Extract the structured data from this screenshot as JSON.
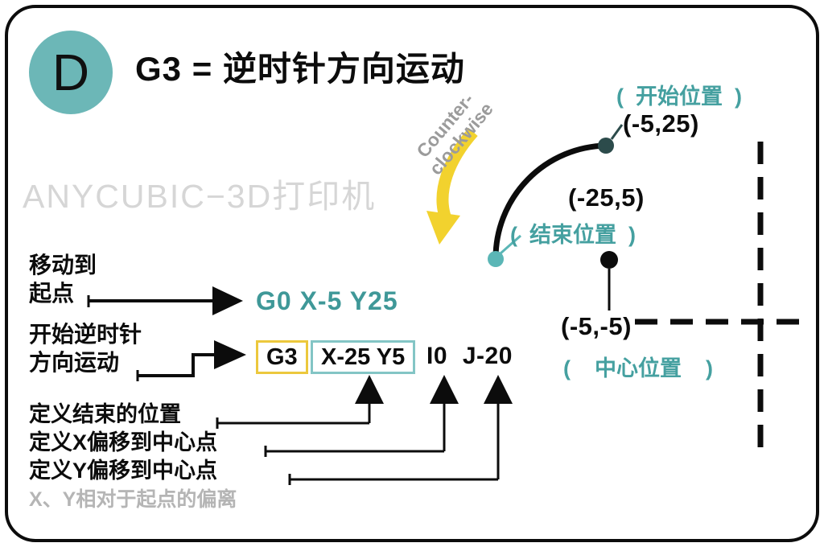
{
  "badge": {
    "letter": "D"
  },
  "header": {
    "title": "G3 = 逆时针方向运动"
  },
  "watermark": "ANYCUBIC−3D打印机",
  "ccw_note": {
    "line1": "Counter-",
    "line2": "clockwise"
  },
  "positions": {
    "start": {
      "label": "(  开始位置  )",
      "coord": "(-5,25)"
    },
    "end": {
      "label": "(  结束位置  )",
      "coord": "(-25,5)"
    },
    "center": {
      "label": "(    中心位置    )",
      "coord": "(-5,-5)"
    }
  },
  "steps": {
    "move": {
      "label": "移动到\n起点",
      "code": "G0 X-5 Y25"
    },
    "arc": {
      "label": "开始逆时针\n方向运动",
      "g3": "G3",
      "xy": "X-25 Y5",
      "ij": "I0 J-20"
    }
  },
  "notes": {
    "end_pos": "定义结束的位置",
    "x_off": "定义X偏移到中心点",
    "y_off": "定义Y偏移到中心点",
    "rel": "X、Y相对于起点的偏离"
  },
  "colors": {
    "teal": "#45a0a0",
    "teal_dark": "#2c4b4b",
    "teal_dot": "#5bb6b6",
    "yellow": "#f2d22e",
    "box_yellow": "#ecc83d",
    "box_teal": "#83c5c5",
    "gray_note": "#b5b5b5",
    "watermark_gray": "#d6d6d6",
    "ink": "#0c0c0c"
  }
}
